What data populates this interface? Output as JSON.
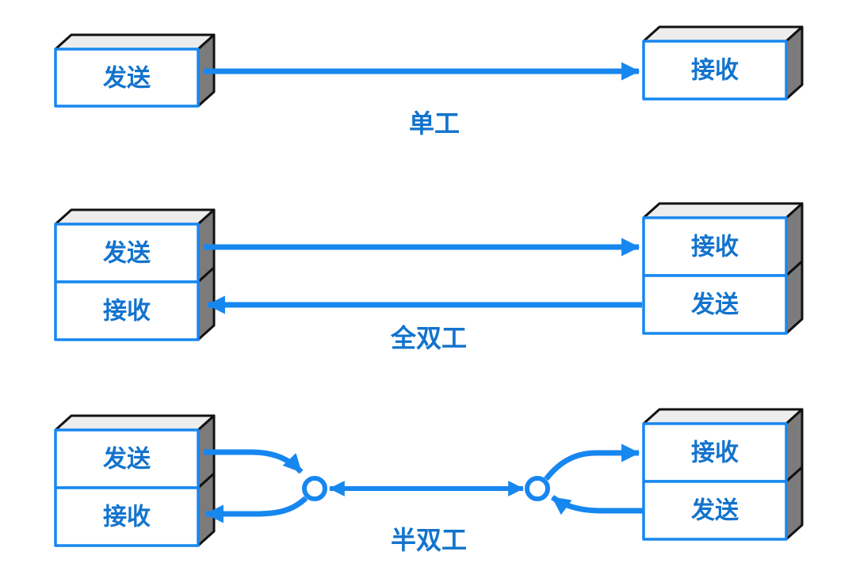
{
  "colors": {
    "blue_stroke": "#1787f0",
    "text_blue": "#1273cd",
    "box_fill": "#ffffff",
    "box_top_face": "#ededed",
    "box_side_face": "#7b7b7b",
    "face_outline": "#111111",
    "page_bg": "#ffffff"
  },
  "sections": [
    {
      "id": "simplex",
      "label": "单工",
      "left_device": {
        "rows": [
          "发送"
        ]
      },
      "right_device": {
        "rows": [
          "接收"
        ]
      },
      "links": [
        {
          "direction": "left-to-right"
        }
      ]
    },
    {
      "id": "full-duplex",
      "label": "全双工",
      "left_device": {
        "rows": [
          "发送",
          "接收"
        ]
      },
      "right_device": {
        "rows": [
          "接收",
          "发送"
        ]
      },
      "links": [
        {
          "direction": "left-to-right"
        },
        {
          "direction": "right-to-left"
        }
      ]
    },
    {
      "id": "half-duplex",
      "label": "半双工",
      "left_device": {
        "rows": [
          "发送",
          "接收"
        ]
      },
      "right_device": {
        "rows": [
          "接收",
          "发送"
        ]
      },
      "junctions": 2,
      "links": [
        {
          "direction": "shared-line-alternating"
        }
      ]
    }
  ]
}
